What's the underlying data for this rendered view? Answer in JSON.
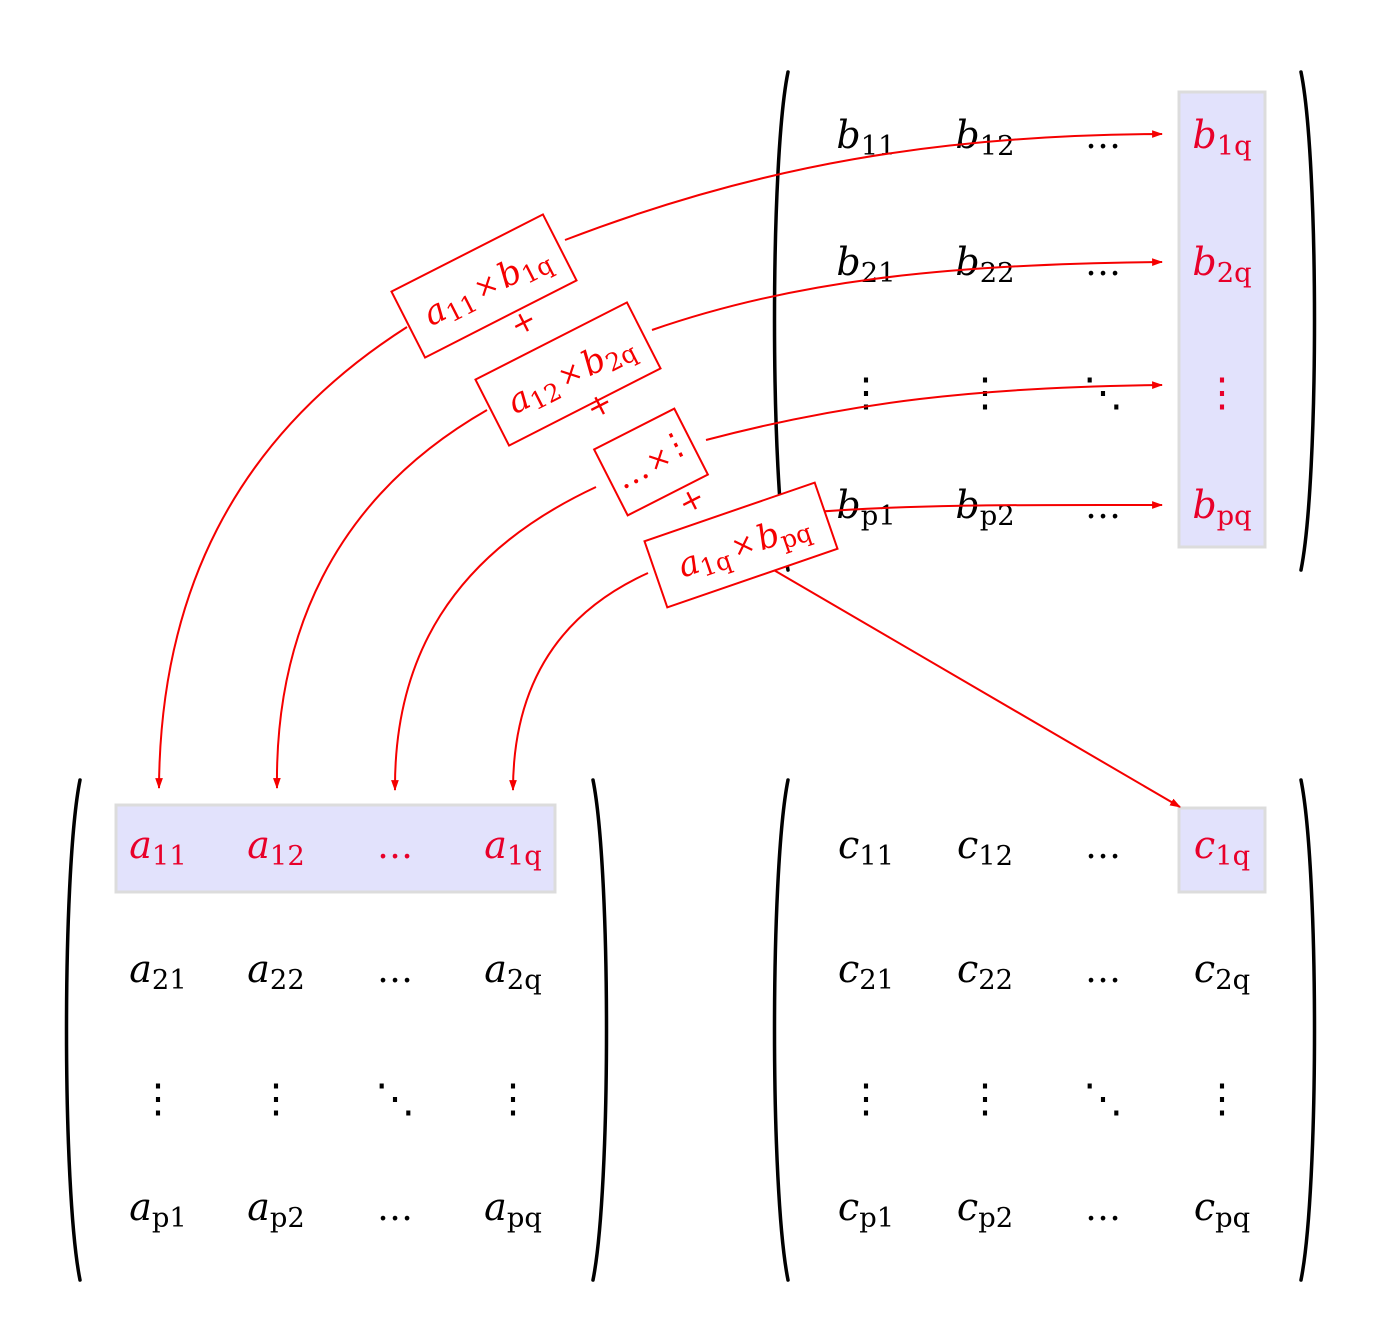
{
  "colors": {
    "highlight_text": "#e8002a",
    "highlight_fill": "#e2e2fc",
    "highlight_border": "#dcdcdc",
    "arrow": "#f50000",
    "text": "#000000"
  },
  "glyphs": {
    "hdots": "…",
    "vdots": "⋮",
    "ddots": "⋱",
    "times": "×"
  },
  "matrix_b": {
    "rows": [
      [
        {
          "base": "b",
          "sub": "11"
        },
        {
          "base": "b",
          "sub": "12"
        },
        {
          "dots": "hdots"
        },
        {
          "base": "b",
          "sub": "1q",
          "hl": true
        }
      ],
      [
        {
          "base": "b",
          "sub": "21"
        },
        {
          "base": "b",
          "sub": "22"
        },
        {
          "dots": "hdots"
        },
        {
          "base": "b",
          "sub": "2q",
          "hl": true
        }
      ],
      [
        {
          "dots": "vdots"
        },
        {
          "dots": "vdots"
        },
        {
          "dots": "ddots"
        },
        {
          "dots": "vdots",
          "hl": true
        }
      ],
      [
        {
          "base": "b",
          "sub": "p1"
        },
        {
          "base": "b",
          "sub": "p2"
        },
        {
          "dots": "hdots"
        },
        {
          "base": "b",
          "sub": "pq",
          "hl": true
        }
      ]
    ]
  },
  "matrix_a": {
    "rows": [
      [
        {
          "base": "a",
          "sub": "11",
          "hl": true
        },
        {
          "base": "a",
          "sub": "12",
          "hl": true
        },
        {
          "dots": "hdots",
          "hl": true
        },
        {
          "base": "a",
          "sub": "1q",
          "hl": true
        }
      ],
      [
        {
          "base": "a",
          "sub": "21"
        },
        {
          "base": "a",
          "sub": "22"
        },
        {
          "dots": "hdots"
        },
        {
          "base": "a",
          "sub": "2q"
        }
      ],
      [
        {
          "dots": "vdots"
        },
        {
          "dots": "vdots"
        },
        {
          "dots": "ddots"
        },
        {
          "dots": "vdots"
        }
      ],
      [
        {
          "base": "a",
          "sub": "p1"
        },
        {
          "base": "a",
          "sub": "p2"
        },
        {
          "dots": "hdots"
        },
        {
          "base": "a",
          "sub": "pq"
        }
      ]
    ]
  },
  "matrix_c": {
    "rows": [
      [
        {
          "base": "c",
          "sub": "11"
        },
        {
          "base": "c",
          "sub": "12"
        },
        {
          "dots": "hdots"
        },
        {
          "base": "c",
          "sub": "1q",
          "hl": true
        }
      ],
      [
        {
          "base": "c",
          "sub": "21"
        },
        {
          "base": "c",
          "sub": "22"
        },
        {
          "dots": "hdots"
        },
        {
          "base": "c",
          "sub": "2q"
        }
      ],
      [
        {
          "dots": "vdots"
        },
        {
          "dots": "vdots"
        },
        {
          "dots": "ddots"
        },
        {
          "dots": "vdots"
        }
      ],
      [
        {
          "base": "c",
          "sub": "p1"
        },
        {
          "base": "c",
          "sub": "p2"
        },
        {
          "dots": "hdots"
        },
        {
          "base": "c",
          "sub": "pq"
        }
      ]
    ]
  },
  "products": [
    {
      "a": {
        "base": "a",
        "sub": "11"
      },
      "b": {
        "base": "b",
        "sub": "1q"
      }
    },
    {
      "a": {
        "base": "a",
        "sub": "12"
      },
      "b": {
        "base": "b",
        "sub": "2q"
      }
    },
    {
      "a": {
        "dots": "hdots"
      },
      "b": {
        "dots": "vdots"
      }
    },
    {
      "a": {
        "base": "a",
        "sub": "1q"
      },
      "b": {
        "base": "b",
        "sub": "pq"
      }
    }
  ],
  "plus_sign": "+"
}
